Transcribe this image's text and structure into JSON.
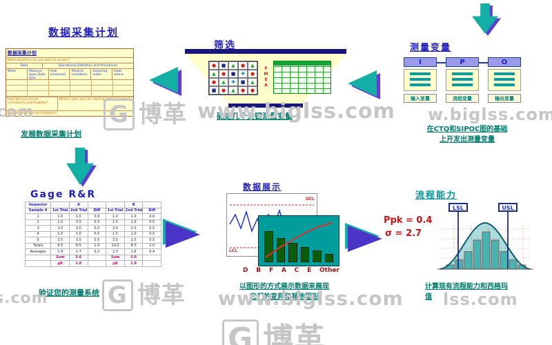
{
  "colors": {
    "title_blue": "#1f1fbf",
    "caption_teal": "#007a6a",
    "value_red": "#cc1111",
    "arrow_teal": "#14b0a6",
    "arrow_purple": "#5b3fd0",
    "panel_yellow": "#ffffcc",
    "navy": "#181878",
    "pareto_teal": "#009d9d"
  },
  "watermarks": {
    "tl": ".com",
    "t_logo": "博革",
    "t_url": "www.biglss.com",
    "tr": "w.biglss.com",
    "bl": "s.com",
    "b_logo": "博革",
    "b_url": "www.biglss.com",
    "br": "lss.com",
    "bc_logo": "博革"
  },
  "data_plan": {
    "title": "数据采集计划",
    "table_title": "数据采集计划",
    "q_top": "What questions do you want to answer?",
    "data_header": "Data",
    "odp_header": "Operational Definition and Procedures",
    "columns": [
      "What",
      "Measure type/ Data type",
      "How measured",
      "Related conditions",
      "Sampling notes",
      "How/ where"
    ],
    "q_consistency": "How will you ensure consistency and stability?",
    "q_plan": "What is your plan for starting data collection?",
    "q_display": "How will the data be displayed?",
    "caption": "发展数据采集计划"
  },
  "screening": {
    "title": "筛选",
    "fmea_label": "FMEA",
    "matrix_rows": [
      "●■▲●▲",
      "▲●■✚●",
      "●▲✚■▲",
      "■●▲●●"
    ],
    "caption": "确定几个关键测量变量"
  },
  "measure_vars": {
    "title": "测量变量",
    "ipo_letters": [
      "I",
      "P",
      "O"
    ],
    "ipo_labels": [
      "输入变量",
      "流程变量",
      "输出变量"
    ],
    "caption_line1": "在CTQ和SIPOC图的基础",
    "caption_line2": "上开发出测量变量"
  },
  "gage": {
    "title": "Gage R&R",
    "header_rows": [
      [
        "Inspector",
        "",
        "A",
        "",
        "",
        "B",
        ""
      ],
      [
        "Sample #",
        "1st Trial",
        "2nd Trial",
        "Diff",
        "1st Trial",
        "2nd Trial",
        "Diff"
      ]
    ],
    "rows": [
      [
        "1",
        "1.0",
        "1.0",
        "0.0",
        "1.0",
        "1.0",
        "0.0"
      ],
      [
        "2",
        "1.0",
        "0.5",
        "0.5",
        "1.5",
        "1.0",
        "0.5"
      ],
      [
        "3",
        "3.0",
        "3.0",
        "0.0",
        "3.0",
        "2.5",
        "0.5"
      ],
      [
        "4",
        "1.0",
        "1.0",
        "0.0",
        "1.5",
        "1.0",
        "0.5"
      ],
      [
        "5",
        "3.5",
        "3.0",
        "0.5",
        "3.0",
        "2.5",
        "0.5"
      ],
      [
        "Totals",
        "9.5",
        "8.5",
        "1.0",
        "10.0",
        "8.0",
        "2.0"
      ],
      [
        "Averages",
        "1.9",
        "1.7",
        "0.2",
        "2.0",
        "1.6",
        "0.4"
      ]
    ],
    "footer_rows": [
      [
        "",
        "Sum",
        "3.6",
        "",
        "Sum",
        "3.6",
        ""
      ],
      [
        "",
        "μA",
        "1.8",
        "",
        "μB",
        "1.8",
        ""
      ]
    ],
    "caption": "验证您的测量系统"
  },
  "display": {
    "title": "数据展示",
    "ucl": "UCL",
    "lcl": "LCL",
    "x_labels": [
      "D",
      "B",
      "F",
      "A",
      "C",
      "E",
      "Other"
    ],
    "caption_line1": "以图形的方式展示数据来展现",
    "caption_line2": "它们的变异和其他图形",
    "chart": {
      "type": "pareto",
      "bar_values": [
        80,
        62,
        50,
        40,
        30,
        22
      ]
    }
  },
  "capability": {
    "title": "流程能力",
    "ppk": "Ppk = 0.4",
    "sigma": "σ  = 2.7",
    "lsl": "LSL",
    "usl": "USL",
    "caption_line1": "计算现有流程能力和西格玛",
    "caption_line2": "值",
    "chart": {
      "type": "histogram-normal",
      "bar_values": [
        8,
        18,
        34,
        56,
        72,
        56,
        34,
        18,
        8
      ]
    }
  }
}
